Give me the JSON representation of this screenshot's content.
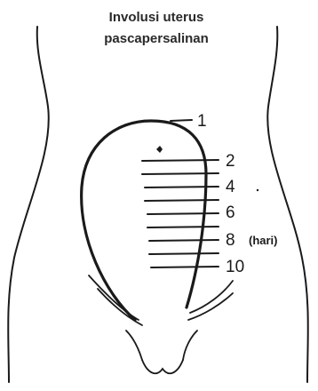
{
  "title": {
    "line1": "Involusi uterus",
    "line2": "pascapersalinan"
  },
  "fundus_levels": [
    {
      "day": "1"
    },
    {
      "day": "2"
    },
    {
      "day": "4"
    },
    {
      "day": "6"
    },
    {
      "day": "8"
    },
    {
      "day": "10"
    }
  ],
  "unit_label": "(hari)",
  "colors": {
    "ink": "#1a1a1a",
    "background": "#ffffff"
  }
}
